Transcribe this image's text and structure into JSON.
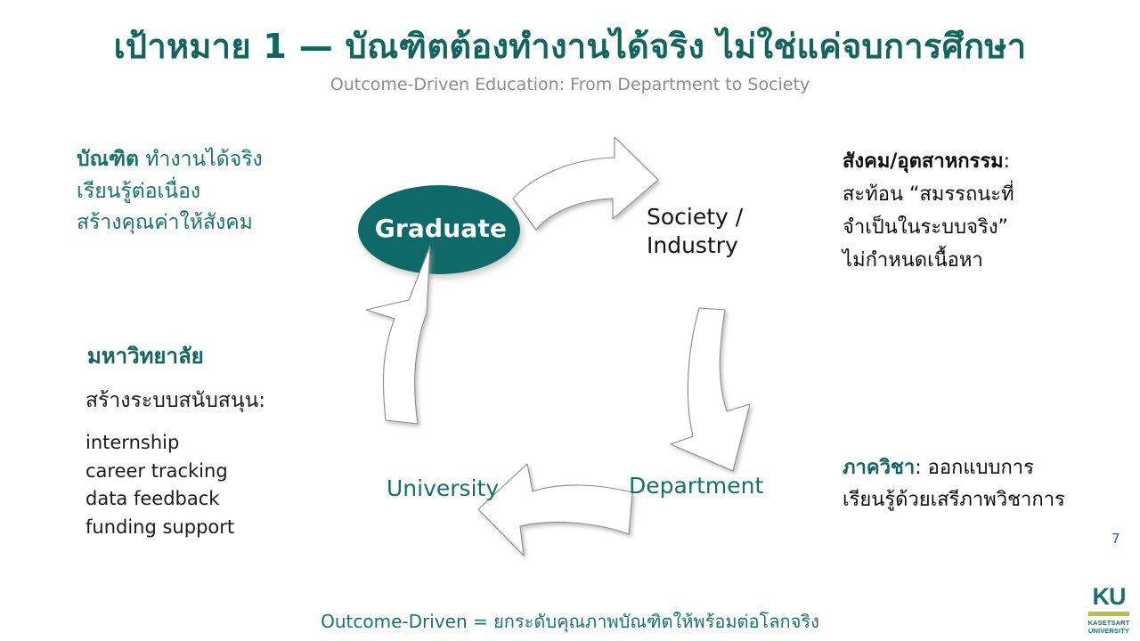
{
  "header": {
    "title": "เป้าหมาย 1 — บัณฑิตต้องทำงานได้จริง ไม่ใช่แค่จบการศึกษา",
    "subtitle": "Outcome-Driven Education: From Department to Society"
  },
  "left": {
    "graduate_block": {
      "line1_bold": "บัณฑิต",
      "line1_rest": " ทำงานได้จริง",
      "line2": "เรียนรู้ต่อเนื่อง",
      "line3": "สร้างคุณค่าให้สังคม"
    },
    "university_block": {
      "heading": "มหาวิทยาลัย",
      "subheading": "สร้างระบบสนับสนุน:",
      "items": [
        "internship",
        "career tracking",
        "data feedback",
        "funding support"
      ]
    }
  },
  "right": {
    "society_block": {
      "heading_bold": "สังคม/อุตสาหกรรม",
      "heading_rest": ":",
      "line2": "สะท้อน “สมรรถนะที่",
      "line3": "จำเป็นในระบบจริง”",
      "line4": "ไม่กำหนดเนื้อหา"
    },
    "department_block": {
      "heading_bold": "ภาควิชา",
      "heading_rest": ": ออกแบบการ",
      "line2": "เรียนรู้ด้วยเสรีภาพวิชาการ"
    }
  },
  "diagram": {
    "center_node": "Graduate",
    "labels": {
      "society": "Society /\nIndustry",
      "society_line1": "Society /",
      "society_line2": "Industry",
      "department": "Department",
      "university": "University"
    },
    "arrows": [
      "arrow-graduate-to-society",
      "arrow-society-to-department",
      "arrow-department-to-university",
      "arrow-university-to-graduate"
    ]
  },
  "footer": {
    "caption": "Outcome-Driven = ยกระดับคุณภาพบัณฑิตให้พร้อมต่อโลกจริง",
    "page_number": "7"
  },
  "logo": {
    "mark": "KU",
    "name_line1": "KASETSART",
    "name_line2": "UNIVERSITY"
  },
  "colors": {
    "teal": "#17726c",
    "teal_dark": "#10665f",
    "ellipse_fill": "#0f6b68",
    "subtitle_gray": "#8c8c8c",
    "body_black": "#0d0d0d",
    "logo_green": "#b5c33a",
    "arrow_stroke": "#8a8a8a",
    "background": "#ffffff"
  }
}
